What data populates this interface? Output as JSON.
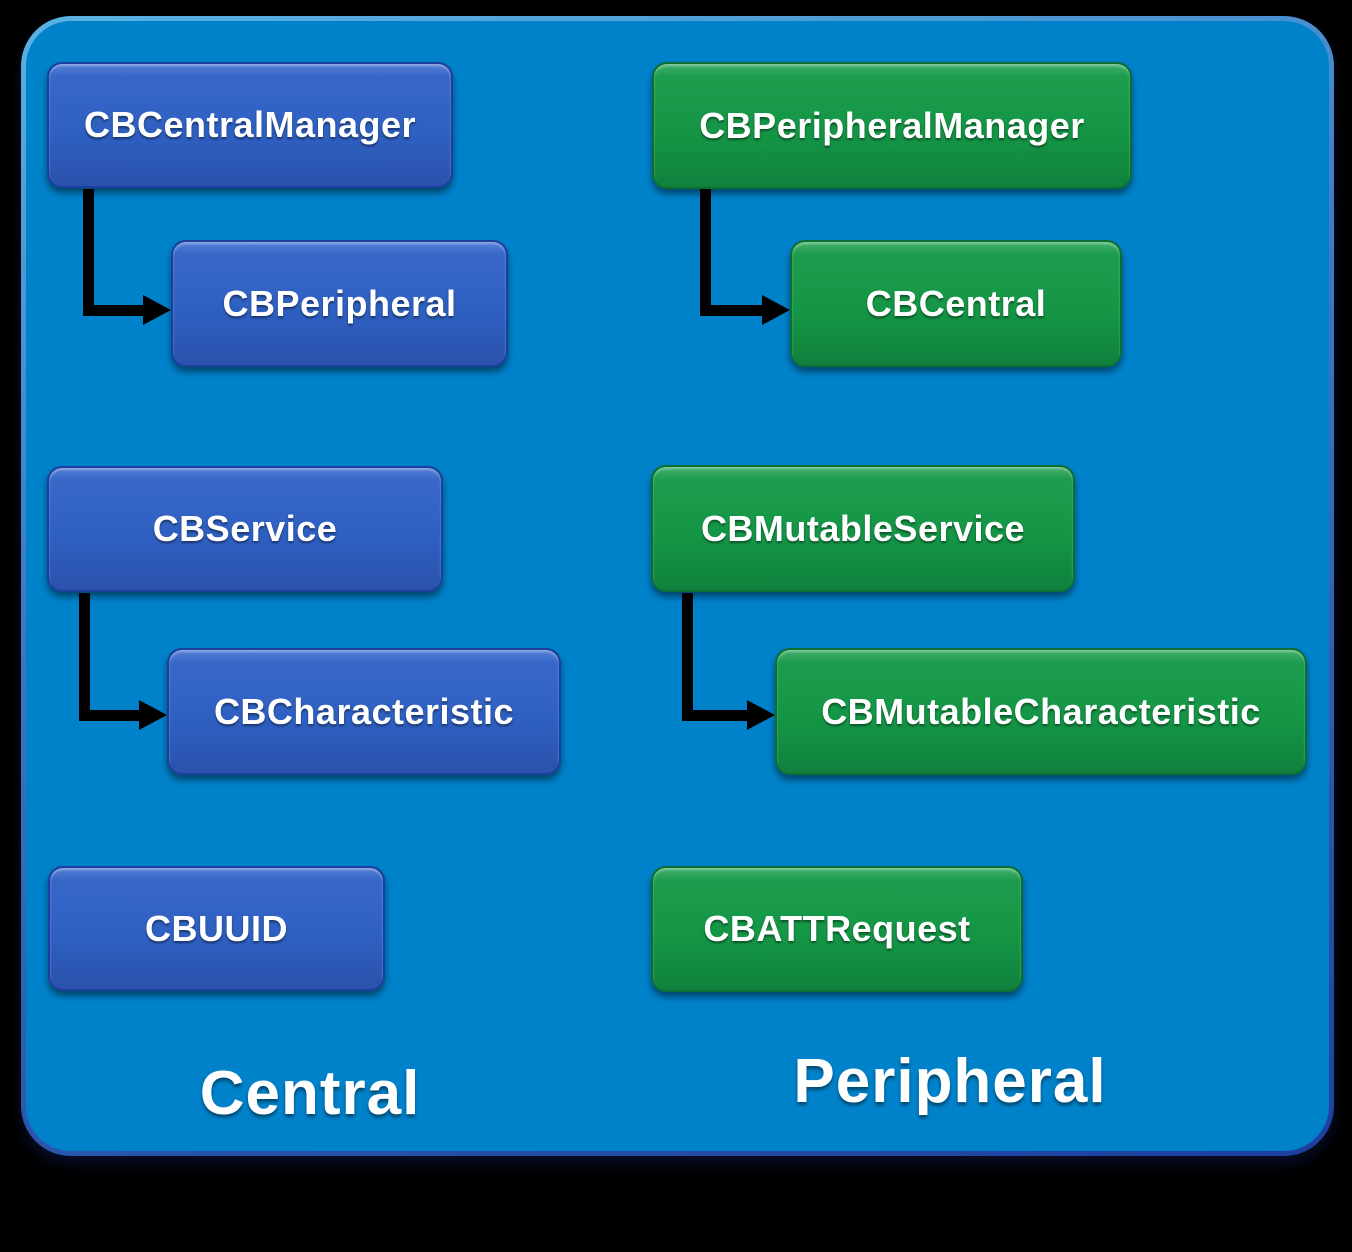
{
  "colors": {
    "page_background": "#000000",
    "panel_fill": "#0082ca",
    "panel_border_top": "#5ab2e2",
    "panel_border_bottom": "#1e3f9e",
    "blue_node": "#2e60c2",
    "green_node": "#149646",
    "arrow": "#000000",
    "text": "#ffffff"
  },
  "central_column": {
    "label": "Central",
    "nodes": {
      "manager": "CBCentralManager",
      "peripheral": "CBPeripheral",
      "service": "CBService",
      "characteristic": "CBCharacteristic",
      "uuid": "CBUUID"
    }
  },
  "peripheral_column": {
    "label": "Peripheral",
    "nodes": {
      "manager": "CBPeripheralManager",
      "central": "CBCentral",
      "service": "CBMutableService",
      "characteristic": "CBMutableCharacteristic",
      "att_request": "CBATTRequest"
    }
  },
  "edges": [
    {
      "from": "CBCentralManager",
      "to": "CBPeripheral"
    },
    {
      "from": "CBPeripheralManager",
      "to": "CBCentral"
    },
    {
      "from": "CBService",
      "to": "CBCharacteristic"
    },
    {
      "from": "CBMutableService",
      "to": "CBMutableCharacteristic"
    }
  ]
}
